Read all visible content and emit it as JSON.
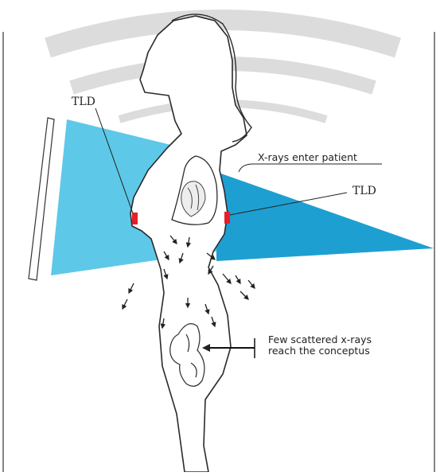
{
  "labels": {
    "tld_left": "TLD",
    "tld_right": "TLD",
    "xrays_enter": "X-rays enter patient",
    "scatter_line1": "Few scattered x-rays",
    "scatter_line2": "reach the conceptus"
  },
  "colors": {
    "beam_light": "#5ec8e8",
    "beam_dark": "#1e9fd2",
    "tld_marker": "#e5202a",
    "outline": "#2a2a2a",
    "watermark": "#d8d8d8"
  },
  "icons": {
    "heart": "heart-icon",
    "fetus": "fetus-icon",
    "scatter_arrow": "arrow-icon",
    "watermark": "watermark-logo"
  }
}
